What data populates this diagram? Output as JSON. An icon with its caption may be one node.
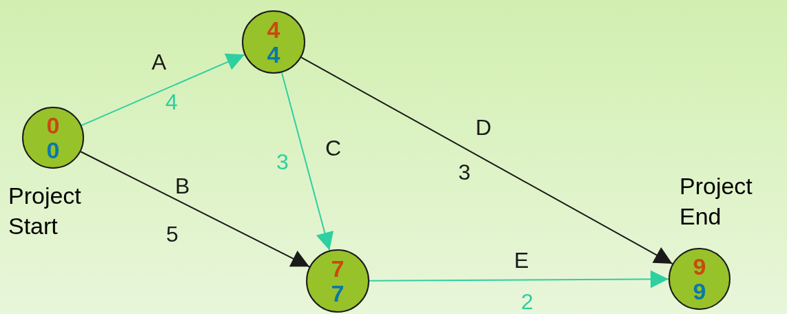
{
  "diagram": {
    "nodes": [
      {
        "text": [
          "0",
          "0"
        ],
        "beside": [
          "Project Start"
        ]
      },
      {
        "text": [
          "4",
          "4"
        ]
      },
      {
        "text": [
          "7",
          "7"
        ]
      },
      {
        "text": [
          "9",
          "9"
        ],
        "beside": [
          "Project End"
        ]
      }
    ],
    "edges": [
      {
        "from": 0,
        "to": 1,
        "arrow": "to",
        "label": "A"
      },
      {
        "from": 0,
        "to": 2,
        "arrow": "to",
        "label": "B",
        "color": "#1a1a1a"
      },
      {
        "from": 1,
        "to": 2,
        "arrow": "to",
        "label": "C"
      },
      {
        "from": 1,
        "to": 3,
        "arrow": "to",
        "label": "D",
        "color": "#1a1a1a"
      },
      {
        "from": 2,
        "to": 3,
        "arrow": "to",
        "label": "E"
      }
    ],
    "labels": [
      "4",
      "5",
      "3",
      "3",
      "2"
    ]
  }
}
